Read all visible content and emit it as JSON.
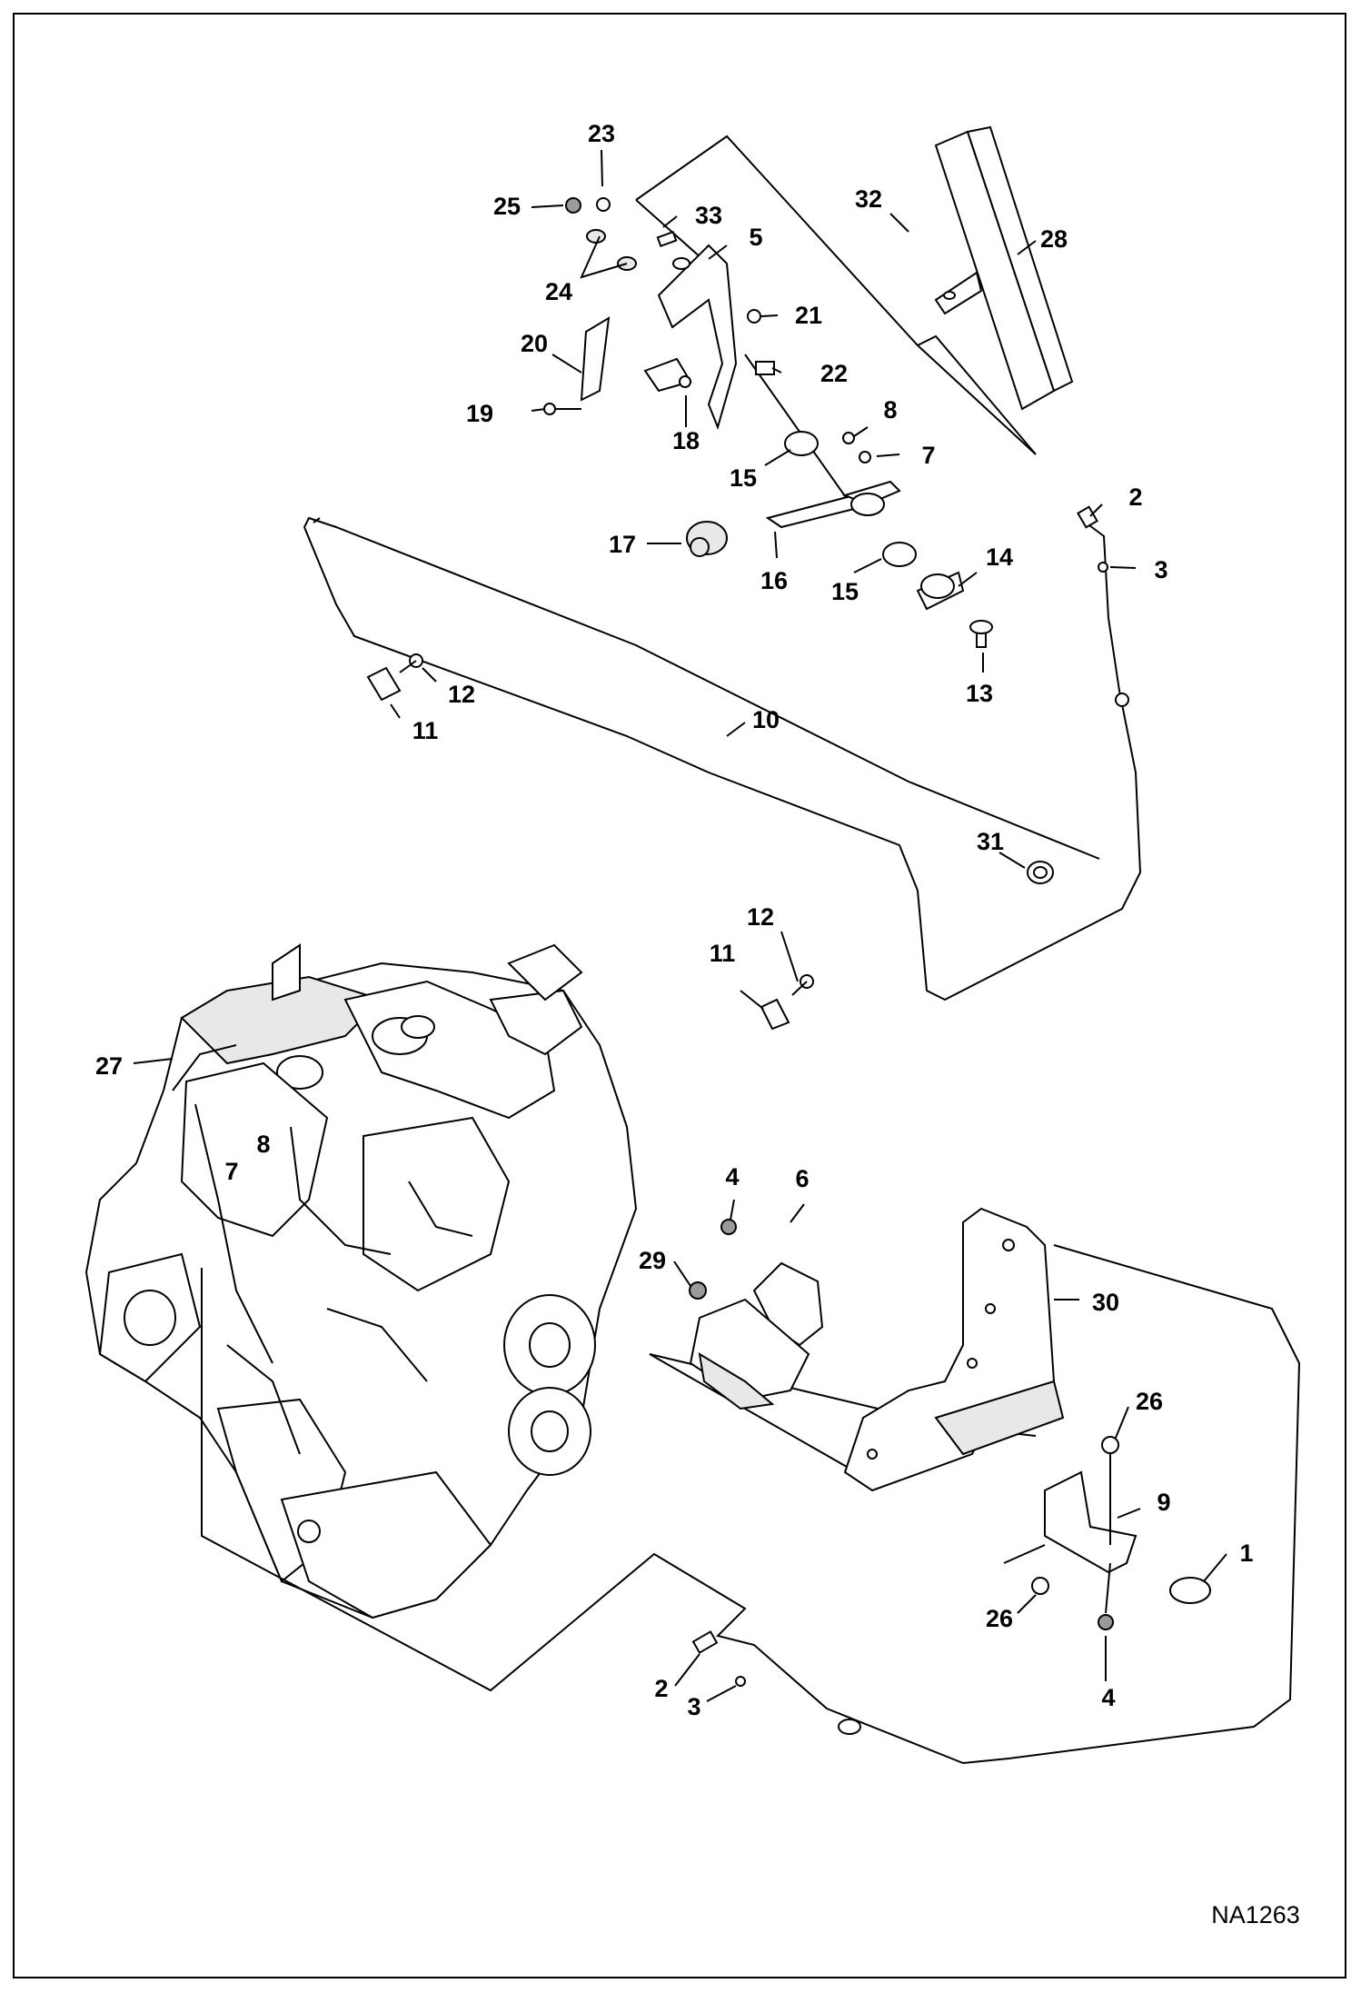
{
  "figure_id": "NA1263",
  "callouts": [
    {
      "id": "c23",
      "label": "23"
    },
    {
      "id": "c25",
      "label": "25"
    },
    {
      "id": "c33",
      "label": "33"
    },
    {
      "id": "c5",
      "label": "5"
    },
    {
      "id": "c32",
      "label": "32"
    },
    {
      "id": "c28",
      "label": "28"
    },
    {
      "id": "c24",
      "label": "24"
    },
    {
      "id": "c21",
      "label": "21"
    },
    {
      "id": "c20",
      "label": "20"
    },
    {
      "id": "c22",
      "label": "22"
    },
    {
      "id": "c19",
      "label": "19"
    },
    {
      "id": "c18",
      "label": "18"
    },
    {
      "id": "c8a",
      "label": "8"
    },
    {
      "id": "c7a",
      "label": "7"
    },
    {
      "id": "c15a",
      "label": "15"
    },
    {
      "id": "c2a",
      "label": "2"
    },
    {
      "id": "c3a",
      "label": "3"
    },
    {
      "id": "c17",
      "label": "17"
    },
    {
      "id": "c16",
      "label": "16"
    },
    {
      "id": "c15b",
      "label": "15"
    },
    {
      "id": "c14",
      "label": "14"
    },
    {
      "id": "c12a",
      "label": "12"
    },
    {
      "id": "c11a",
      "label": "11"
    },
    {
      "id": "c13",
      "label": "13"
    },
    {
      "id": "c10",
      "label": "10"
    },
    {
      "id": "c31",
      "label": "31"
    },
    {
      "id": "c12b",
      "label": "12"
    },
    {
      "id": "c11b",
      "label": "11"
    },
    {
      "id": "c27",
      "label": "27"
    },
    {
      "id": "c8b",
      "label": "8"
    },
    {
      "id": "c7b",
      "label": "7"
    },
    {
      "id": "c4a",
      "label": "4"
    },
    {
      "id": "c6",
      "label": "6"
    },
    {
      "id": "c29",
      "label": "29"
    },
    {
      "id": "c30",
      "label": "30"
    },
    {
      "id": "c26a",
      "label": "26"
    },
    {
      "id": "c9",
      "label": "9"
    },
    {
      "id": "c1",
      "label": "1"
    },
    {
      "id": "c26b",
      "label": "26"
    },
    {
      "id": "c4b",
      "label": "4"
    },
    {
      "id": "c2b",
      "label": "2"
    },
    {
      "id": "c3b",
      "label": "3"
    }
  ]
}
